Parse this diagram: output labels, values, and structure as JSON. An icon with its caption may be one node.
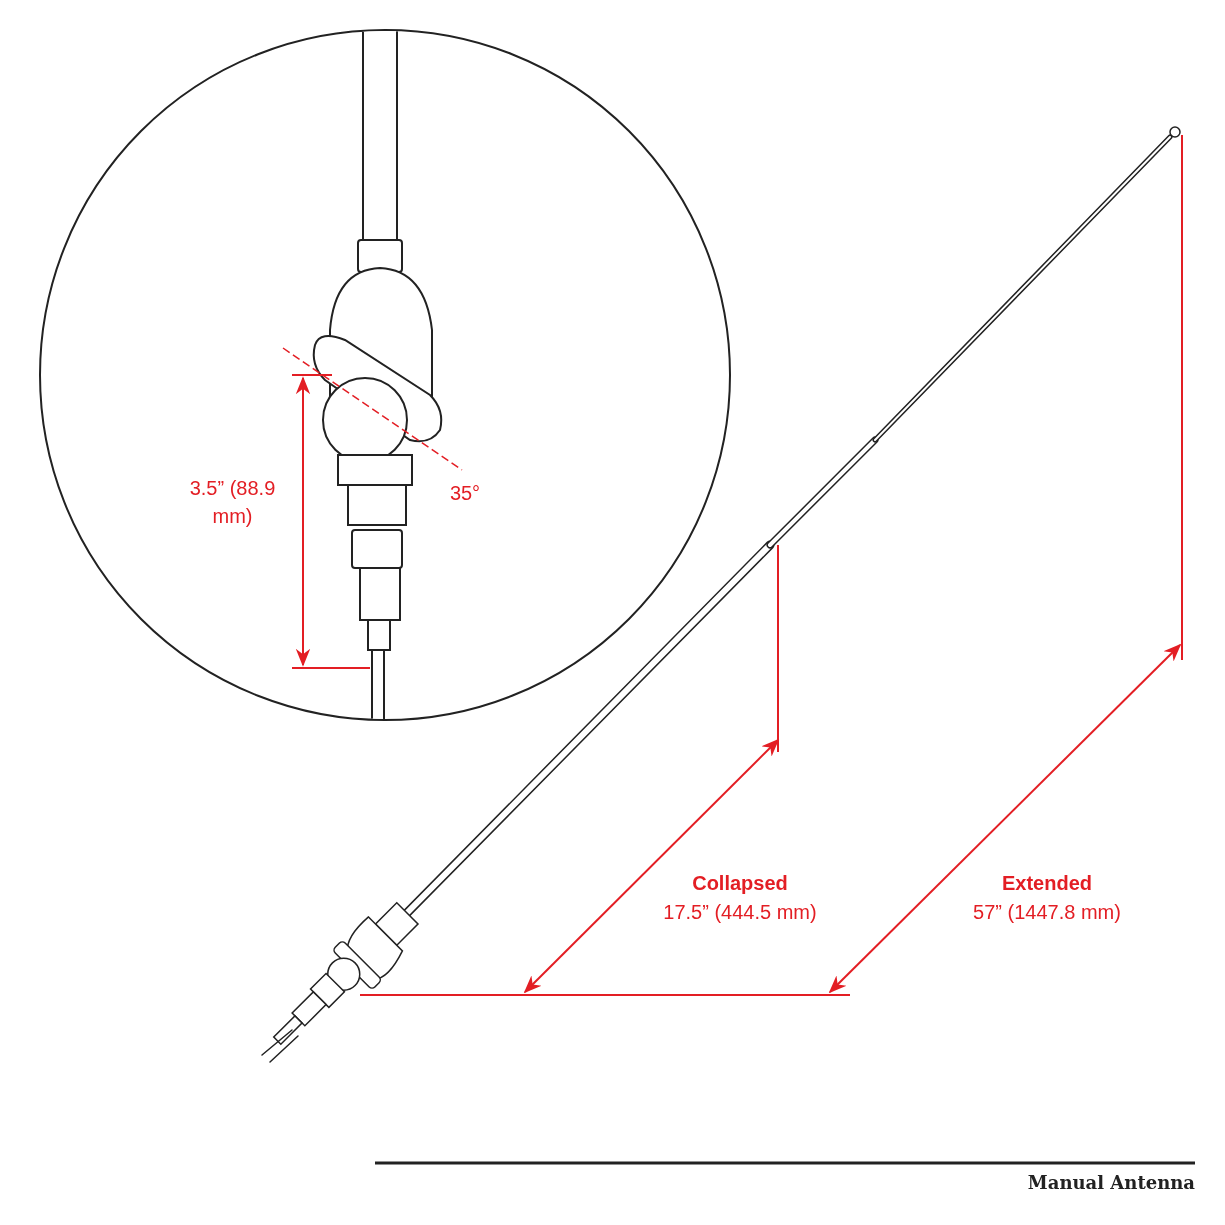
{
  "diagram": {
    "title": "Manual Antenna",
    "labels": [
      "3.5” (88.9 mm)",
      "35°",
      "Collapsed",
      "17.5” (444.5 mm)",
      "Extended",
      "57” (1447.8 mm)"
    ]
  }
}
